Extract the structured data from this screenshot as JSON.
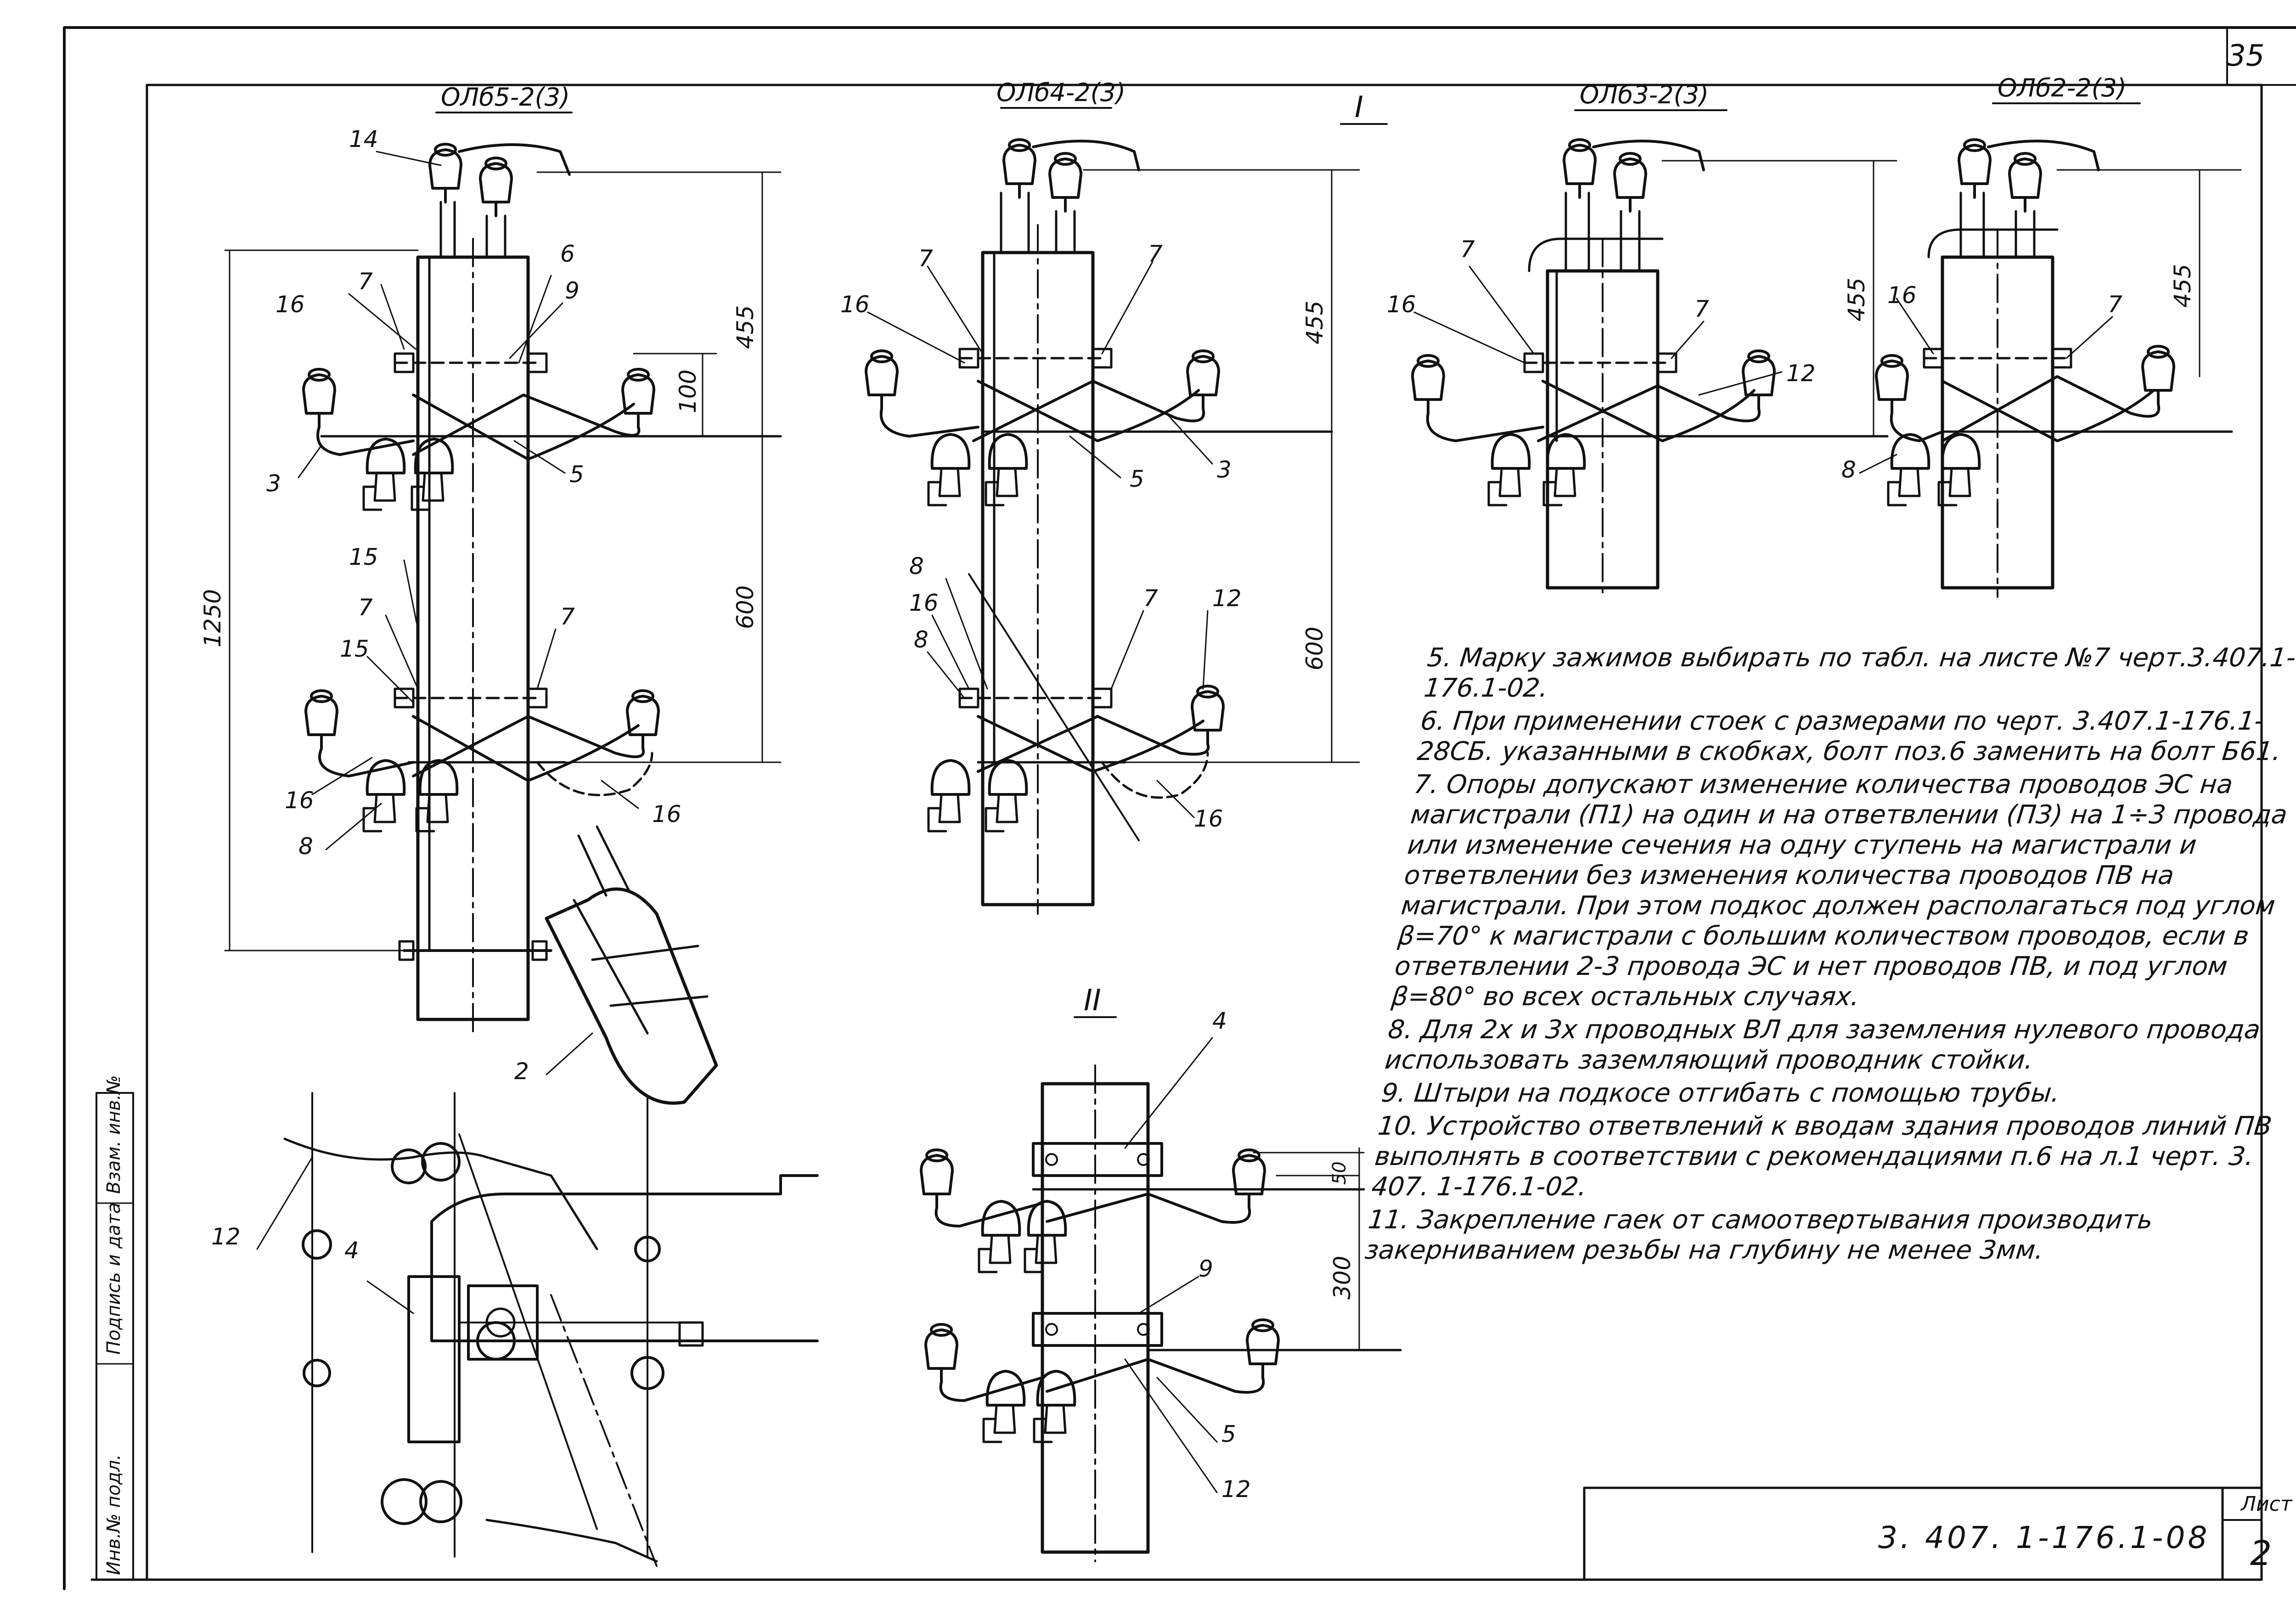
{
  "page_number": "35",
  "view_labels": {
    "view1": "I",
    "view2": "II"
  },
  "supports": [
    {
      "code": "ОЛб5-2(3)"
    },
    {
      "code": "ОЛб4-2(3)"
    },
    {
      "code": "ОЛб3-2(3)"
    },
    {
      "code": "ОЛб2-2(3)"
    }
  ],
  "dimensions": {
    "d455": "455",
    "d100": "100",
    "d600": "600",
    "d1250": "1250",
    "d300": "300",
    "d50": "50"
  },
  "callouts": {
    "n2": "2",
    "n3": "3",
    "n4": "4",
    "n5": "5",
    "n6": "6",
    "n7": "7",
    "n8": "8",
    "n9": "9",
    "n12": "12",
    "n14": "14",
    "n15": "15",
    "n16": "16"
  },
  "notes": [
    "5. Марку зажимов выбирать по табл. на листе №7 черт.3.407.1-176.1-02.",
    "6. При применении стоек с размерами по черт. 3.407.1-176.1-28СБ. указанными в скобках, болт поз.6 заменить на болт Б61.",
    "7. Опоры допускают изменение количества проводов ЭС на магистрали (П1) на один и на ответвлении (П3) на 1÷3 провода или изменение сечения на одну ступень на магистрали и ответвлении без изменения количества проводов ПВ на магистрали. При этом подкос должен располагаться под углом β=70° к магистрали с большим количеством проводов, если в ответвлении 2-3 провода ЭС и нет проводов ПВ, и под углом β=80° во всех остальных случаях.",
    "8. Для 2х и 3х проводных ВЛ для заземления нулевого провода использовать заземляющий проводник стойки.",
    "9. Штыри на подкосе отгибать с помощью трубы.",
    "10. Устройство ответвлений к вводам здания проводов линий ПВ выполнять в соответствии с рекомендациями п.6 на л.1 черт. 3. 407. 1-176.1-02.",
    "11. Закрепление гаек от самоотвертывания производить закерниванием резьбы на глубину не менее 3мм."
  ],
  "title_block": {
    "document_code": "3. 407. 1-176.1-08",
    "sheet_label": "Лист",
    "sheet_number": "2"
  },
  "side_fields": {
    "inv_no": "Инв.№ подл.",
    "sign_date": "Подпись и дата",
    "replaced_inv": "Взам. инв.№"
  }
}
